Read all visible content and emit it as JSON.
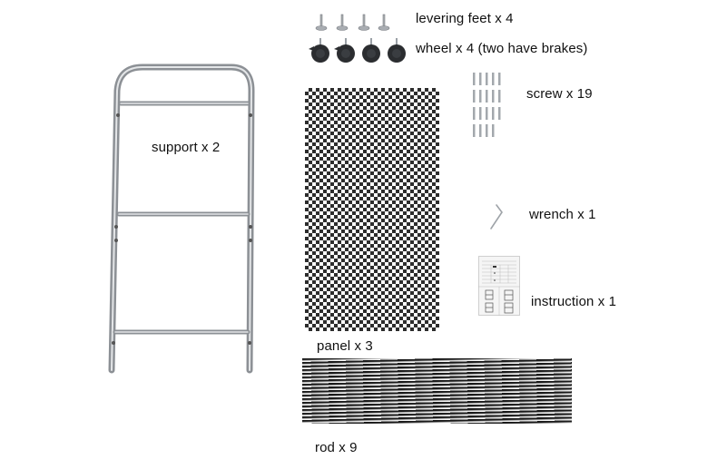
{
  "diagram": {
    "type": "parts-list",
    "background": "#ffffff",
    "colors": {
      "metal": "#b9bcc0",
      "metal_dark": "#7d8186",
      "wheel": "#2b2d30",
      "panel_dark": "#1c1c1c",
      "text": "#111111"
    },
    "parts": [
      {
        "id": "levering-feet",
        "label": "levering feet x 4",
        "name": "levering feet",
        "quantity": 4,
        "icon": "levering-foot-icon"
      },
      {
        "id": "wheel",
        "label": "wheel x 4 (two have brakes)",
        "name": "wheel",
        "quantity": 4,
        "note": "two have brakes",
        "icon": "caster-wheel-icon"
      },
      {
        "id": "support",
        "label": "support x 2",
        "name": "support",
        "quantity": 2,
        "icon": "support-frame-icon"
      },
      {
        "id": "screw",
        "label": "screw x 19",
        "name": "screw",
        "quantity": 19,
        "icon": "screw-icon"
      },
      {
        "id": "wrench",
        "label": "wrench x 1",
        "name": "wrench",
        "quantity": 1,
        "icon": "hex-wrench-icon"
      },
      {
        "id": "instruction",
        "label": "instruction x 1",
        "name": "instruction",
        "quantity": 1,
        "icon": "instruction-sheet-icon"
      },
      {
        "id": "panel",
        "label": "panel x 3",
        "name": "panel",
        "quantity": 3,
        "icon": "mesh-panel-icon"
      },
      {
        "id": "rod",
        "label": "rod x 9",
        "name": "rod",
        "quantity": 9,
        "icon": "rod-bundle-icon"
      }
    ]
  }
}
